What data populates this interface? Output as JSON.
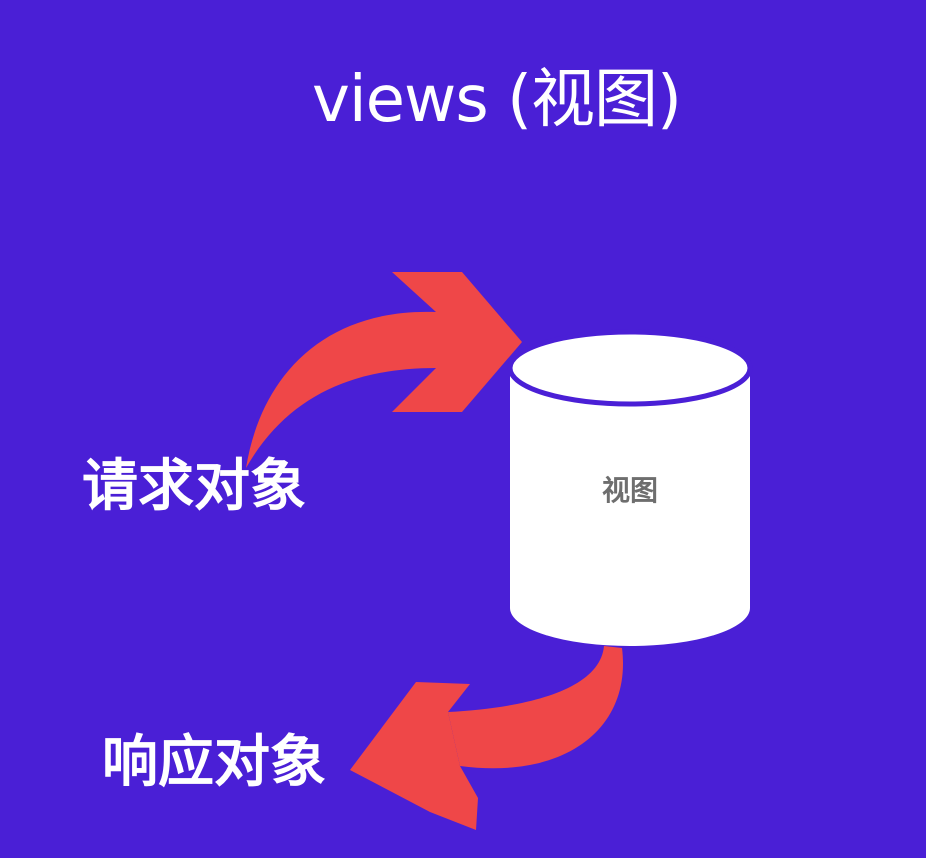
{
  "title": "views (视图)",
  "request_label": "请求对象",
  "response_label": "响应对象",
  "cylinder_label": "视图",
  "colors": {
    "background": "#4a1fd6",
    "arrow": "#ef4748",
    "cylinder": "#ffffff",
    "cylinder_outline": "#4a1fd6",
    "cylinder_label": "#6e6e6e",
    "text": "#ffffff"
  },
  "icons": {
    "request_arrow": "curved-arrow-right-icon",
    "response_arrow": "curved-arrow-left-icon",
    "view_node": "database-cylinder-icon"
  }
}
